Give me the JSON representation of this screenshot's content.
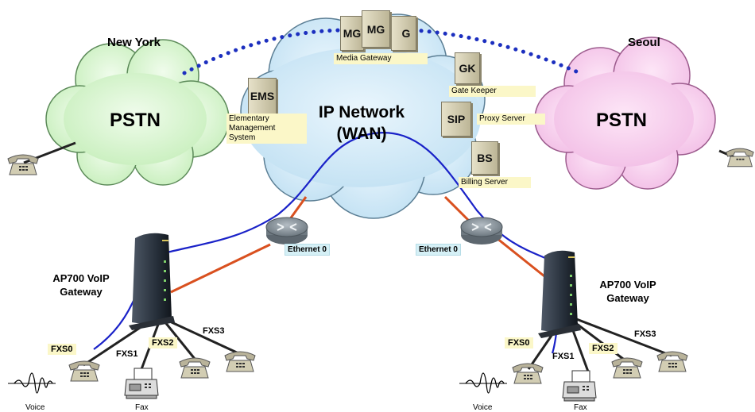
{
  "locations": {
    "left": "New York",
    "right": "Seoul"
  },
  "clouds": {
    "pstn_left": "PSTN",
    "pstn_right": "PSTN",
    "ip_line1": "IP Network",
    "ip_line2": "(WAN)"
  },
  "servers": {
    "mg_icon": "MG",
    "mg_icon_partial": "G",
    "mg_label": "Media Gateway",
    "gk_icon": "GK",
    "gk_label": "Gate Keeper",
    "ems_icon": "EMS",
    "ems_label_1": "Elementary",
    "ems_label_2": "Management",
    "ems_label_3": "System",
    "sip_icon": "SIP",
    "sip_label": "Proxy Server",
    "bs_icon": "BS",
    "bs_label": "Billing Server"
  },
  "network": {
    "eth_left": "Ethernet 0",
    "eth_right": "Ethernet 0"
  },
  "gateways": {
    "left_1": "AP700 VoIP",
    "left_2": "Gateway",
    "right_1": "AP700 VoIP",
    "right_2": "Gateway"
  },
  "ports_left": {
    "fxs0": "FXS0",
    "fxs1": "FXS1",
    "fxs2": "FXS2",
    "fxs3": "FXS3"
  },
  "ports_right": {
    "fxs0": "FXS0",
    "fxs1": "FXS1",
    "fxs2": "FXS2",
    "fxs3": "FXS3"
  },
  "bottom": {
    "voice_left": "Voice",
    "fax_left": "Fax",
    "voice_right": "Voice",
    "fax_right": "Fax"
  },
  "colors": {
    "ip_cloud": "#d6ecf8",
    "pstn_left": "#d8f5d0",
    "pstn_right": "#f7cdee",
    "dotted_link": "#1c2fbf",
    "voice_path": "#1a22c8",
    "eth_cable": "#d9501f",
    "label_bg": "#fbf7c8",
    "server": "#cdc7a8"
  },
  "icons": {
    "router": "router-icon",
    "phone": "phone-icon",
    "fax": "fax-icon",
    "server": "server-icon",
    "gateway": "gateway-device-icon",
    "waveform": "voice-waveform-icon"
  }
}
